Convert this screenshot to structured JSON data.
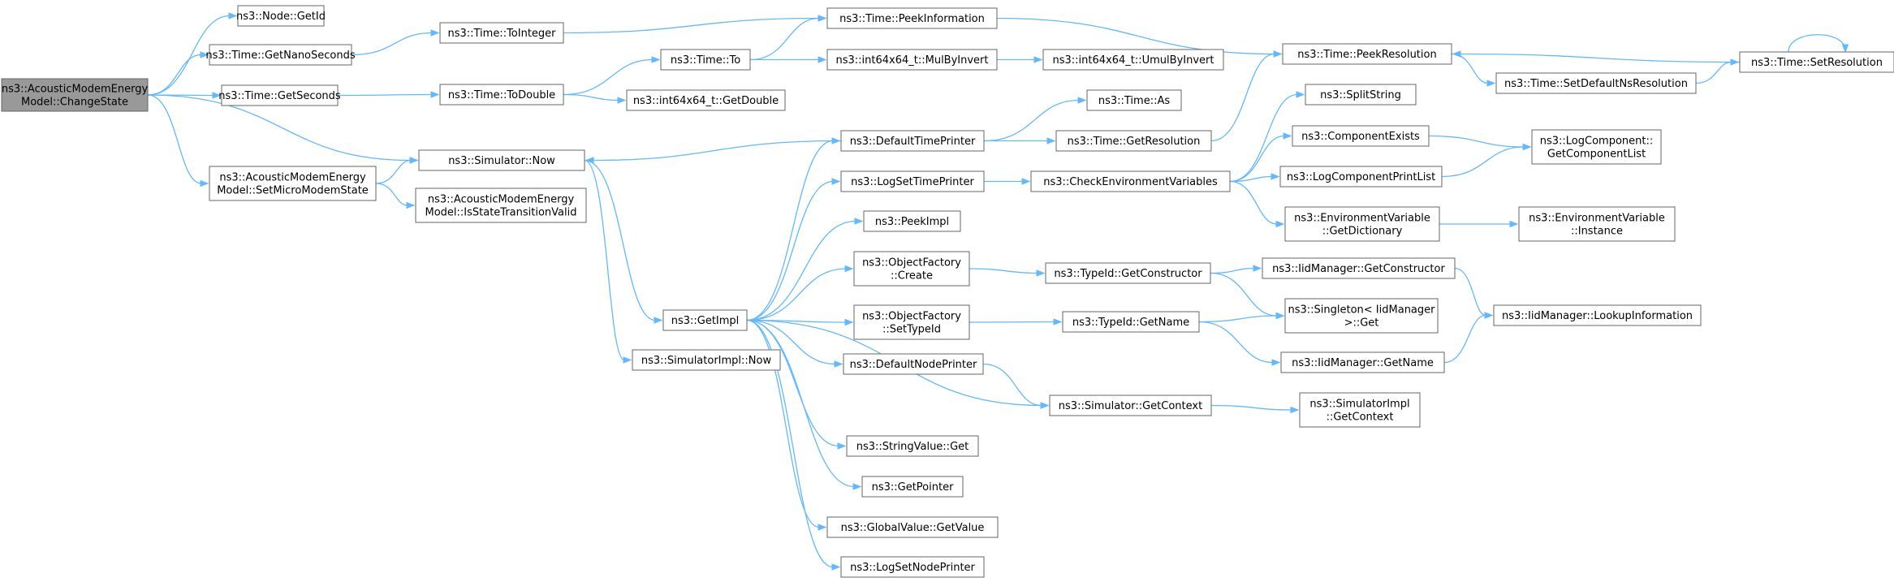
{
  "colors": {
    "edge": "#63b8ff",
    "node_border": "#666666",
    "root_fill": "#999999",
    "node_fill": "#ffffff"
  },
  "nodes": {
    "changeState": [
      "ns3::AcousticModemEnergy",
      "Model::ChangeState"
    ],
    "getId": [
      "ns3::Node::GetId"
    ],
    "getNanoSeconds": [
      "ns3::Time::GetNanoSeconds"
    ],
    "getSeconds": [
      "ns3::Time::GetSeconds"
    ],
    "setMicroModemState": [
      "ns3::AcousticModemEnergy",
      "Model::SetMicroModemState"
    ],
    "toInteger": [
      "ns3::Time::ToInteger"
    ],
    "toDouble": [
      "ns3::Time::ToDouble"
    ],
    "simulatorNow": [
      "ns3::Simulator::Now"
    ],
    "isStateTransitionValid": [
      "ns3::AcousticModemEnergy",
      "Model::IsStateTransitionValid"
    ],
    "timeTo": [
      "ns3::Time::To"
    ],
    "getDouble": [
      "ns3::int64x64_t::GetDouble"
    ],
    "getImpl": [
      "ns3::GetImpl"
    ],
    "simulatorImplNow": [
      "ns3::SimulatorImpl::Now"
    ],
    "peekInformation": [
      "ns3::Time::PeekInformation"
    ],
    "mulByInvert": [
      "ns3::int64x64_t::MulByInvert"
    ],
    "defaultTimePrinter": [
      "ns3::DefaultTimePrinter"
    ],
    "logSetTimePrinter": [
      "ns3::LogSetTimePrinter"
    ],
    "peekImpl": [
      "ns3::PeekImpl"
    ],
    "objectFactoryCreate": [
      "ns3::ObjectFactory",
      "::Create"
    ],
    "objectFactorySetTypeId": [
      "ns3::ObjectFactory",
      "::SetTypeId"
    ],
    "defaultNodePrinter": [
      "ns3::DefaultNodePrinter"
    ],
    "stringValueGet": [
      "ns3::StringValue::Get"
    ],
    "getPointer": [
      "ns3::GetPointer"
    ],
    "globalValueGetValue": [
      "ns3::GlobalValue::GetValue"
    ],
    "logSetNodePrinter": [
      "ns3::LogSetNodePrinter"
    ],
    "umulByInvert": [
      "ns3::int64x64_t::UmulByInvert"
    ],
    "timeAs": [
      "ns3::Time::As"
    ],
    "getResolution": [
      "ns3::Time::GetResolution"
    ],
    "checkEnvVars": [
      "ns3::CheckEnvironmentVariables"
    ],
    "getConstructor": [
      "ns3::TypeId::GetConstructor"
    ],
    "typeIdGetName": [
      "ns3::TypeId::GetName"
    ],
    "simulatorGetContext": [
      "ns3::Simulator::GetContext"
    ],
    "peekResolution": [
      "ns3::Time::PeekResolution"
    ],
    "splitString": [
      "ns3::SplitString"
    ],
    "componentExists": [
      "ns3::ComponentExists"
    ],
    "logComponentPrintList": [
      "ns3::LogComponentPrintList"
    ],
    "envVarGetDictionary": [
      "ns3::EnvironmentVariable",
      "::GetDictionary"
    ],
    "iidGetConstructor": [
      "ns3::IidManager::GetConstructor"
    ],
    "singletonGet": [
      "ns3::Singleton< IidManager",
      " >::Get"
    ],
    "iidGetName": [
      "ns3::IidManager::GetName"
    ],
    "simImplGetContext": [
      "ns3::SimulatorImpl",
      "::GetContext"
    ],
    "setDefaultNsResolution": [
      "ns3::Time::SetDefaultNsResolution"
    ],
    "getComponentList": [
      "ns3::LogComponent::",
      "GetComponentList"
    ],
    "envVarInstance": [
      "ns3::EnvironmentVariable",
      "::Instance"
    ],
    "lookupInformation": [
      "ns3::IidManager::LookupInformation"
    ],
    "setResolution": [
      "ns3::Time::SetResolution"
    ]
  }
}
